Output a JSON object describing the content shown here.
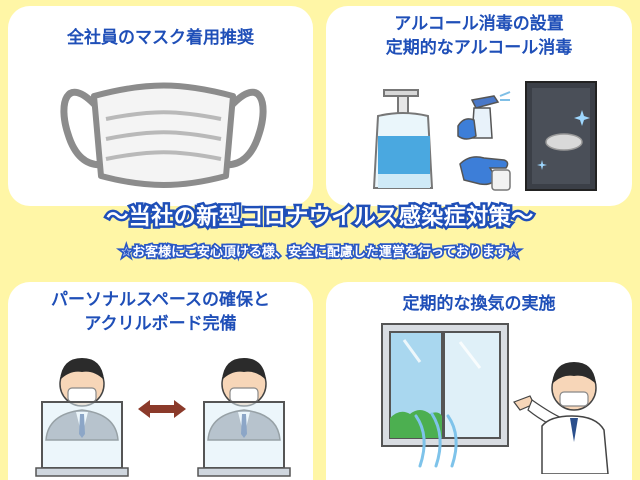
{
  "banner": {
    "title": "〜当社の新型コロナウイルス感染症対策〜",
    "subtitle": "☆お客様にご安心頂ける様、安全に配慮した運営を行っております☆"
  },
  "panels": {
    "mask": {
      "title": "全社員のマスク着用推奨"
    },
    "alcohol": {
      "title_line1": "アルコール消毒の設置",
      "title_line2": "定期的なアルコール消毒"
    },
    "partition": {
      "title_line1": "パーソナルスペースの確保と",
      "title_line2": "アクリルボード完備"
    },
    "ventilation": {
      "title": "定期的な換気の実施"
    }
  },
  "colors": {
    "background": "#fff6a6",
    "panel": "#ffffff",
    "title_text": "#1f4fb8",
    "banner_outline": "#1f4fb8",
    "arrow": "#8b3a2a"
  },
  "icons": [
    "mask-icon",
    "sanitizer-bottle-icon",
    "spray-bottle-icon",
    "gloved-hand-icon",
    "door-handle-icon",
    "office-worker-icon",
    "double-arrow-icon",
    "window-icon",
    "wind-icon"
  ]
}
